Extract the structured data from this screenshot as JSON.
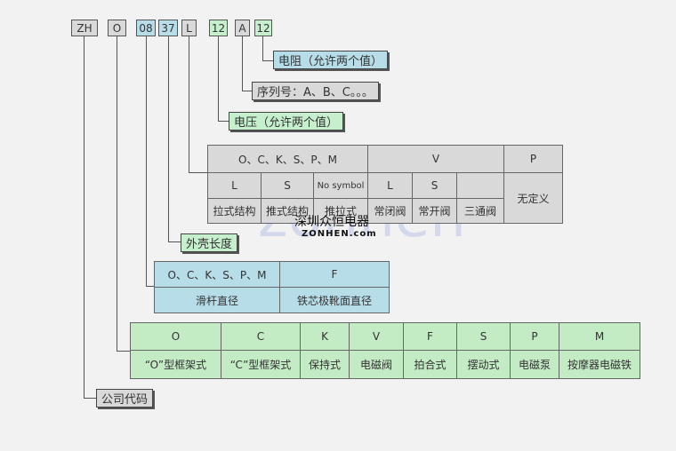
{
  "codes": [
    "ZH",
    "O",
    "08",
    "37",
    "L",
    "12",
    "A",
    "12"
  ],
  "labels": {
    "resistance": "电阻（允许两个值）",
    "serial": "序列号：A、B、C。。。",
    "voltage": "电压（允许两个值）",
    "shell_length": "外壳长度",
    "company_code": "公司代码"
  },
  "valve_table": {
    "header": [
      "O、C、K、S、P、M",
      "V",
      "P"
    ],
    "subheader": [
      "L",
      "S",
      "No symbol",
      "L",
      "S"
    ],
    "row": [
      "拉式结构",
      "推式结构",
      "推拉式",
      "常闭阀",
      "常开阀",
      "三通阀"
    ],
    "undefined": "无定义"
  },
  "shaft_table": {
    "header": [
      "O、C、K、S、P、M",
      "F"
    ],
    "row": [
      "滑杆直径",
      "铁芯极靴面直径"
    ]
  },
  "type_table": {
    "header": [
      "O",
      "C",
      "K",
      "V",
      "F",
      "S",
      "P",
      "M"
    ],
    "row": [
      "“O”型框架式",
      "“C”型框架式",
      "保持式",
      "电磁阀",
      "拍合式",
      "摆动式",
      "电磁泵",
      "按摩器电磁铁"
    ]
  },
  "watermark": {
    "big": "zonhen",
    "cn": "深圳众恒电器",
    "en": "ZONHEN.com"
  }
}
